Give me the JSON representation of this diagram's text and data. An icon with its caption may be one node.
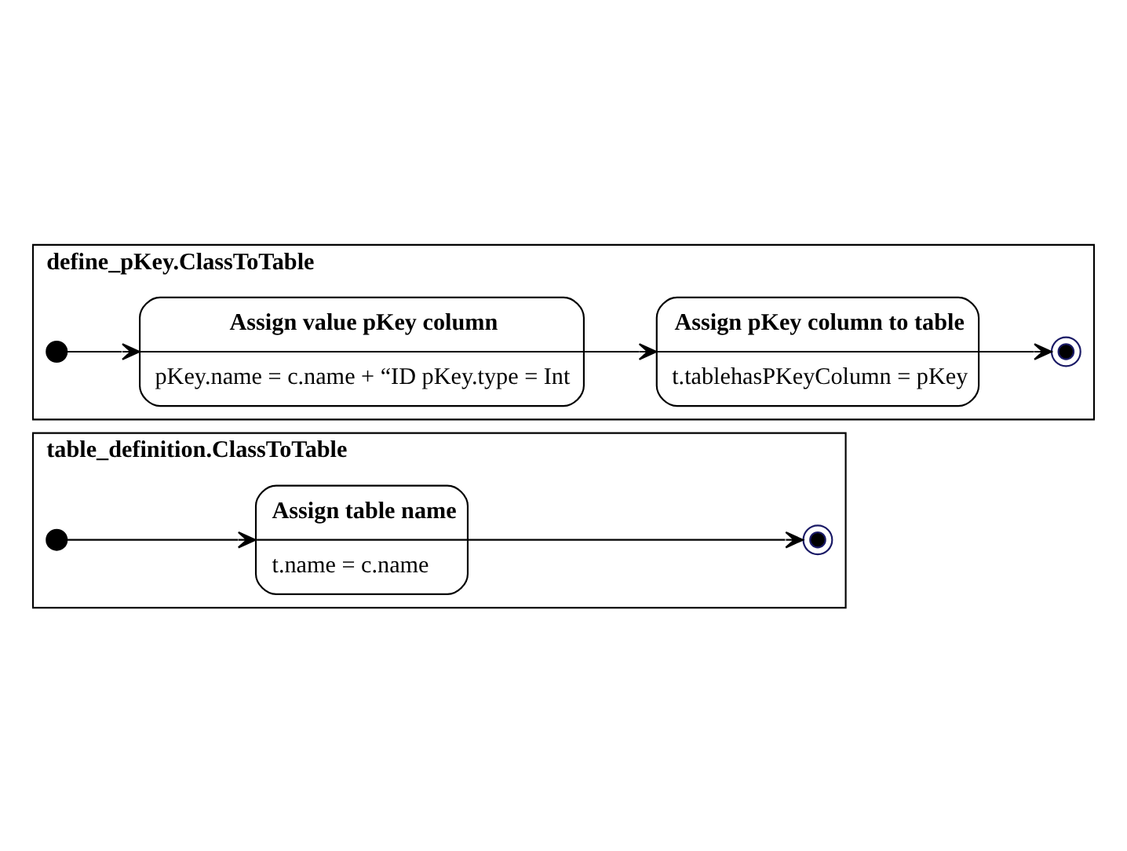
{
  "diagram": {
    "nodes": [
      {
        "text": [
          "table_definition.ClassToTable"
        ]
      },
      {
        "text": [],
        "shape": "circle",
        "in": 0
      },
      {
        "text": [
          "Assign table name",
          "t.name = c.name"
        ],
        "in": 0
      },
      {
        "text": [],
        "shape": "bullseye",
        "in": 0
      },
      {
        "text": [
          "define_pKey.ClassToTable"
        ]
      },
      {
        "text": [],
        "shape": "circle",
        "in": 4
      },
      {
        "text": [
          "Assign value pKey column",
          "pKey.name = c.name + “ID pKey.type = Int"
        ],
        "in": 4
      },
      {
        "text": [
          "Assign pKey column to table",
          "t.tablehasPKeyColumn = pKey"
        ],
        "in": 4
      },
      {
        "text": [],
        "shape": "bullseye",
        "in": 4
      }
    ],
    "edges": [
      {
        "from": 1,
        "to": 2,
        "arrow": "to"
      },
      {
        "from": 2,
        "to": 3,
        "arrow": "to"
      },
      {
        "from": 5,
        "to": 6,
        "arrow": "to"
      },
      {
        "from": 6,
        "to": 7,
        "arrow": "to"
      },
      {
        "from": 7,
        "to": 8,
        "arrow": "to"
      }
    ]
  }
}
